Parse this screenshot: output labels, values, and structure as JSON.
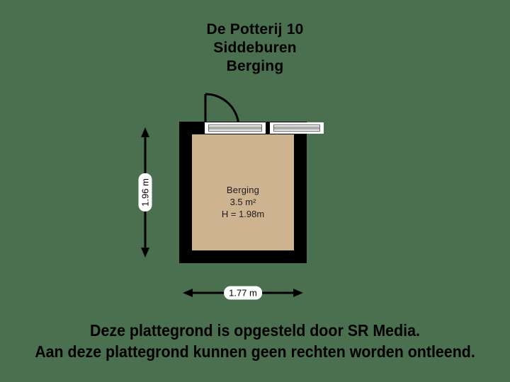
{
  "page": {
    "background_color": "#4a7050",
    "wall_color": "#000000",
    "room_fill_color": "#ceb391"
  },
  "title": {
    "line1": "De Potterij 10",
    "line2": "Siddeburen",
    "line3": "Berging"
  },
  "room": {
    "name": "Berging",
    "area": "3.5 m²",
    "height": "H = 1.98m"
  },
  "dimensions": {
    "vertical": "1.96 m",
    "horizontal": "1.77 m"
  },
  "footer": {
    "line1": "Deze plattegrond is opgesteld door SR Media.",
    "line2": "Aan deze plattegrond kunnen geen rechten worden ontleend."
  }
}
